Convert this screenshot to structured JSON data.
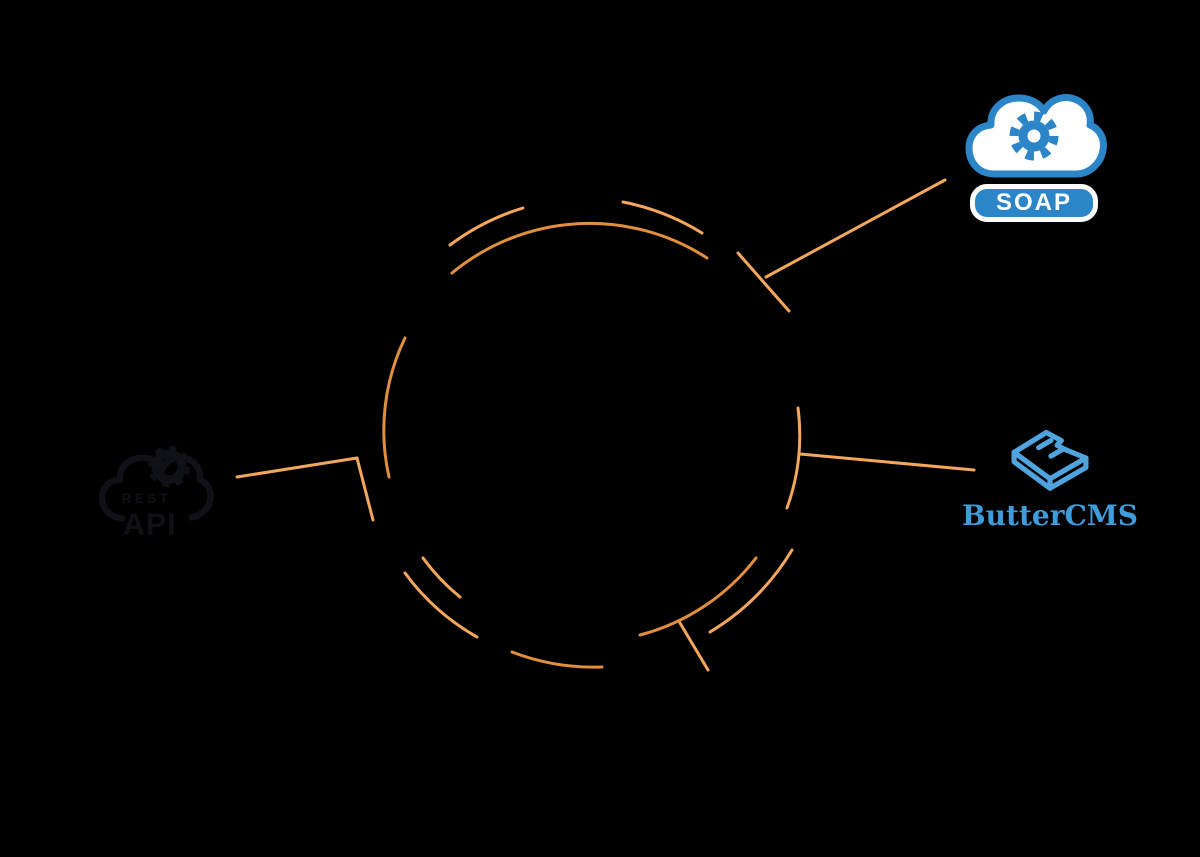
{
  "canvas": {
    "background": "#000000"
  },
  "diagram": {
    "kind": "integration-hub-ring",
    "ring": {
      "color_dark": "#E0903D",
      "color_light": "#F2A75C"
    },
    "nodes": {
      "soap": {
        "label": "SOAP",
        "accent_color": "#2B85C7",
        "label_color": "#FFFFFF",
        "cloud_fill": "#FFFFFF"
      },
      "buttercms": {
        "label": "ButterCMS",
        "icon_color": "#4FA4DE",
        "label_color": "#3F9BD9"
      },
      "rest_api": {
        "label_line1": "REST",
        "label_line2": "API",
        "icon_color": "#101017"
      }
    }
  }
}
